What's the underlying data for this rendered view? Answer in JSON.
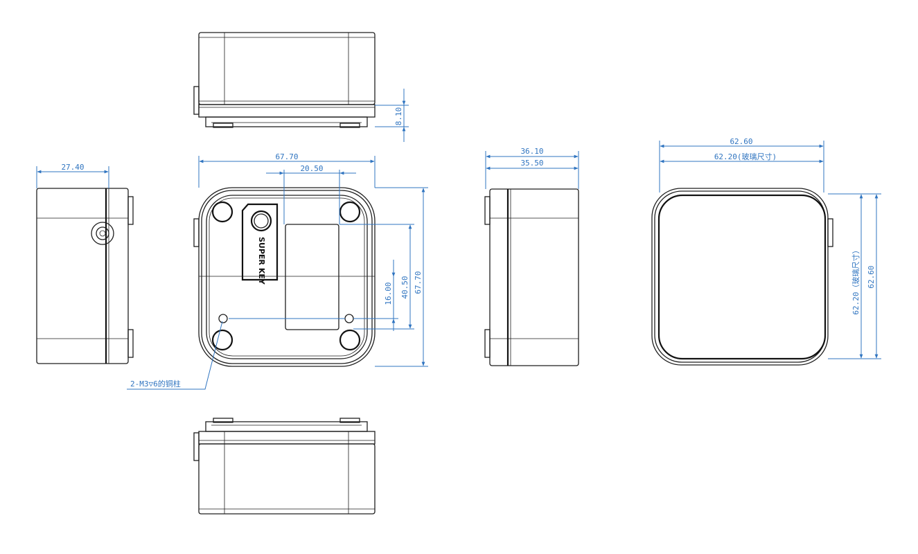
{
  "dimensions": {
    "top_view_height": "8.10",
    "left_side_width": "27.40",
    "front_width": "67.70",
    "front_height": "67.70",
    "window_offset": "20.50",
    "bracket_spacing": "40.50",
    "small_offset": "16.00",
    "right_side_outer": "36.10",
    "right_side_inner": "35.50",
    "back_width": "62.60",
    "back_height": "62.60",
    "glass_width": "62.20(玻璃尺寸)",
    "glass_height": "62.20（玻璃尺寸）"
  },
  "callouts": {
    "standoff": "2-M3▽6的铜柱"
  },
  "device_label": "SUPER KEY",
  "colors": {
    "dimension": "#2f74c0",
    "outline": "#1e1e1e"
  }
}
